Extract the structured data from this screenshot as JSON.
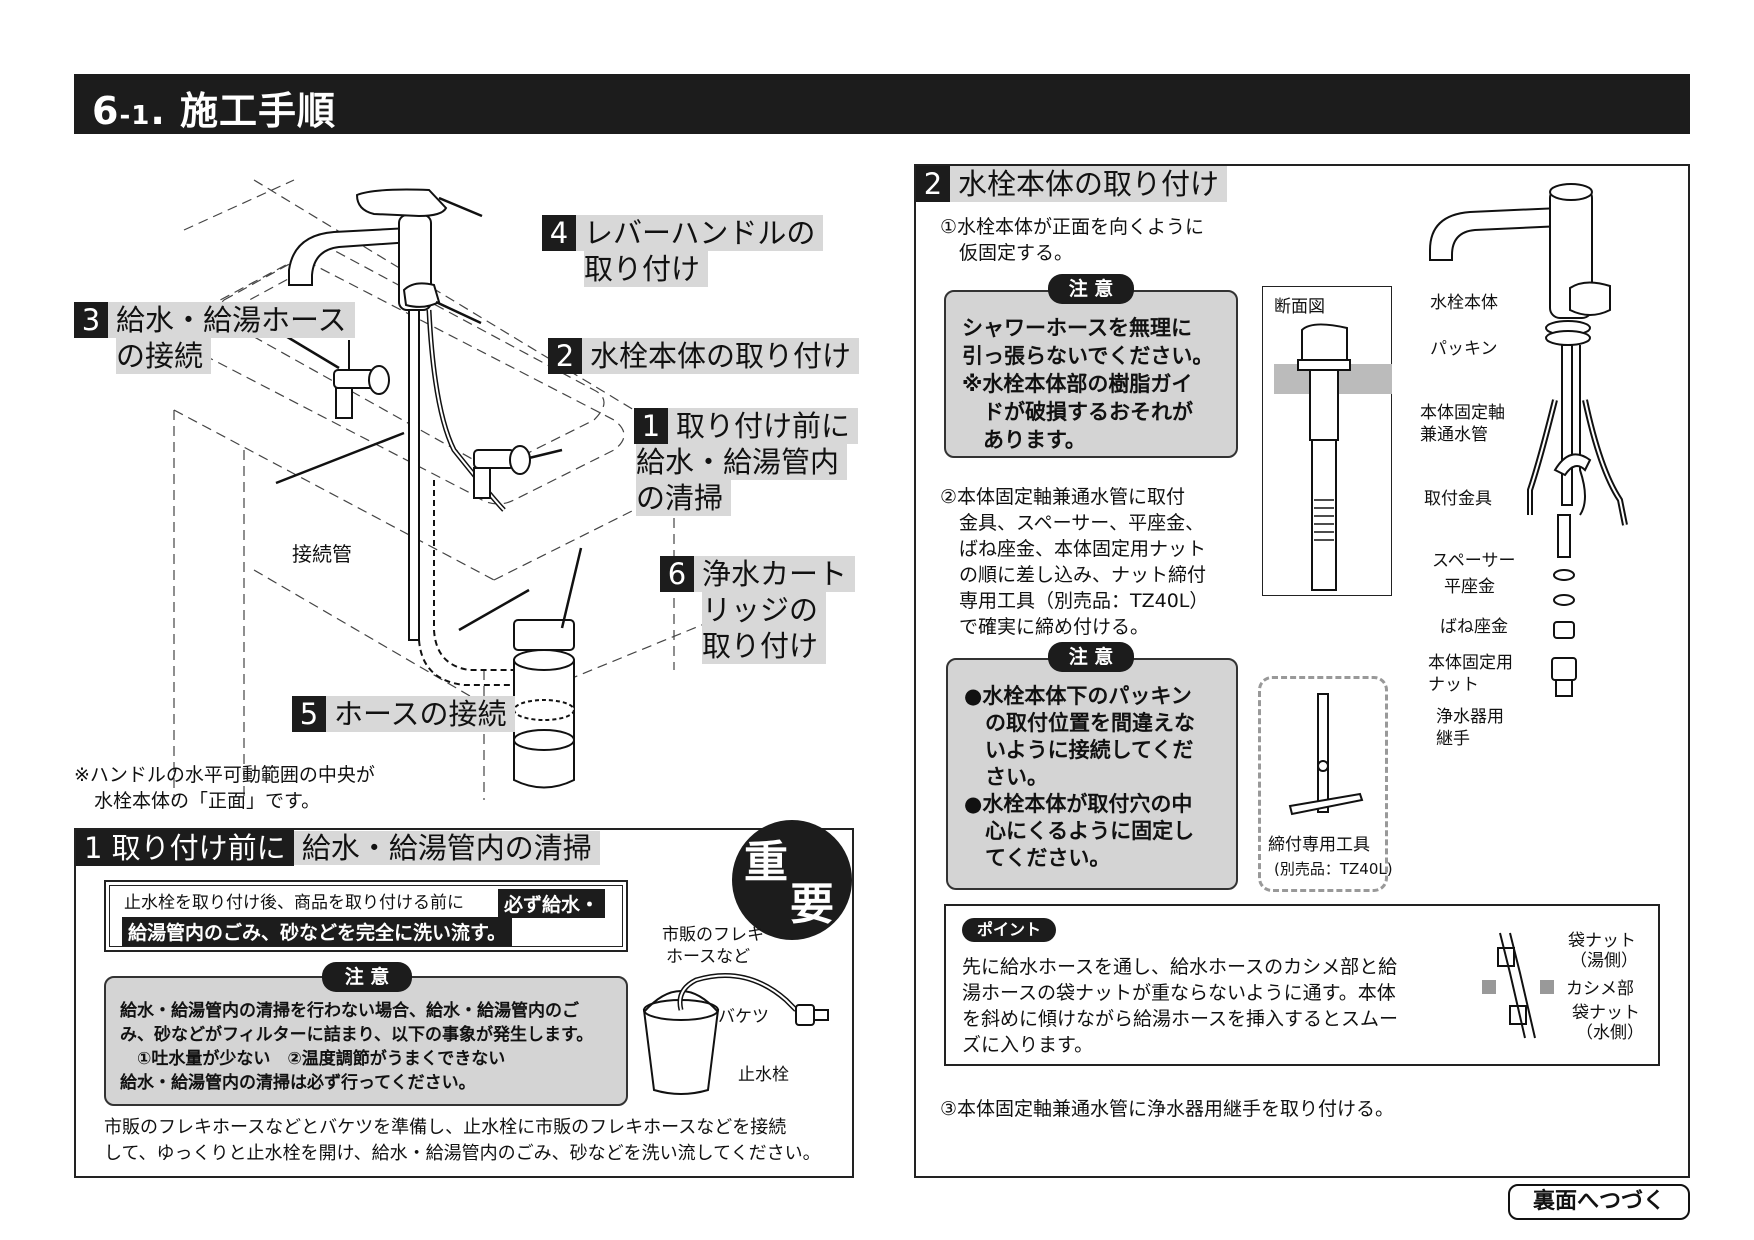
{
  "header": {
    "num": "6",
    "sub": "-1",
    "dot": ".",
    "title": "施工手順"
  },
  "overview": {
    "steps": [
      {
        "num": "4",
        "line1": "レバーハンドルの",
        "line2": "取り付け"
      },
      {
        "num": "3",
        "line1": "給水・給湯ホース",
        "line2": "の接続"
      },
      {
        "num": "2",
        "line1": "水栓本体の取り付け"
      },
      {
        "num": "1",
        "line1": "取り付け前に",
        "line2": "給水・給湯管内",
        "line3": "の清掃"
      },
      {
        "num": "6",
        "line1": "浄水カート",
        "line2": "リッジの",
        "line3": "取り付け"
      },
      {
        "num": "5",
        "line1": "ホースの接続"
      }
    ],
    "connect_pipe": "接続管",
    "note_line1": "※ハンドルの水平可動範囲の中央が",
    "note_line2": "水栓本体の「正面」です。"
  },
  "section1": {
    "num": "1",
    "title_a": "取り付け前に",
    "title_b": "給水・給湯管内の清掃",
    "important_1": "重",
    "important_2": "要",
    "lead_plain": "止水栓を取り付け後、商品を取り付ける前に",
    "lead_bold1": "必ず給水・",
    "lead_bold2": "給湯管内のごみ、砂などを完全に洗い流す。",
    "caution_tab": "注 意",
    "caution_lines": [
      "給水・給湯管内の清掃を行わない場合、給水・給湯管内のご",
      "み、砂などがフィルターに詰まり、以下の事象が発生します。",
      "　①吐水量が少ない　②温度調節がうまくできない",
      "給水・給湯管内の清掃は必ず行ってください。"
    ],
    "hose_label1": "市販のフレキ",
    "hose_label2": "ホースなど",
    "bucket_label": "バケツ",
    "valve_label": "止水栓",
    "body_lines": [
      "市販のフレキホースなどとバケツを準備し、止水栓に市販のフレキホースなどを接続",
      "して、ゆっくりと止水栓を開け、給水・給湯管内のごみ、砂などを洗い流してください。"
    ]
  },
  "section2": {
    "num": "2",
    "title": "水栓本体の取り付け",
    "step1_lines": [
      "①水栓本体が正面を向くように",
      "　仮固定する。"
    ],
    "caution_tab": "注 意",
    "caution1_lines": [
      "シャワーホースを無理に",
      "引っ張らないでください。",
      "※水栓本体部の樹脂ガイ",
      "　ドが破損するおそれが",
      "　あります。"
    ],
    "step2_lines": [
      "②本体固定軸兼通水管に取付",
      "　金具、スペーサー、平座金、",
      "　ばね座金、本体固定用ナット",
      "　の順に差し込み、ナット締付",
      "　専用工具（別売品：TZ40L）",
      "　で確実に締め付ける。"
    ],
    "caution2_lines": [
      "●水栓本体下のパッキン",
      "　の取付位置を間違えな",
      "　いように接続してくだ",
      "　さい。",
      "●水栓本体が取付穴の中",
      "　心にくるように固定し",
      "　てください。"
    ],
    "section_view": "断面図",
    "parts": [
      "水栓本体",
      "パッキン",
      "本体固定軸",
      "兼通水管",
      "取付金具",
      "スペーサー",
      "平座金",
      "ばね座金",
      "本体固定用",
      "ナット",
      "浄水器用",
      "継手"
    ],
    "tool_label1": "締付専用工具",
    "tool_label2": "(別売品：TZ40L)",
    "point_tab": "ポイント",
    "point_lines": [
      "先に給水ホースを通し、給水ホースのカシメ部と給",
      "湯ホースの袋ナットが重ならないように通す。本体",
      "を斜めに傾けながら給湯ホースを挿入するとスムー",
      "ズに入ります。"
    ],
    "point_fig": [
      "袋ナット",
      "（湯側）",
      "カシメ部",
      "袋ナット",
      "（水側）"
    ],
    "step3": "③本体固定軸兼通水管に浄水器用継手を取り付ける。"
  },
  "footer": {
    "continue": "裏面へつづく"
  }
}
